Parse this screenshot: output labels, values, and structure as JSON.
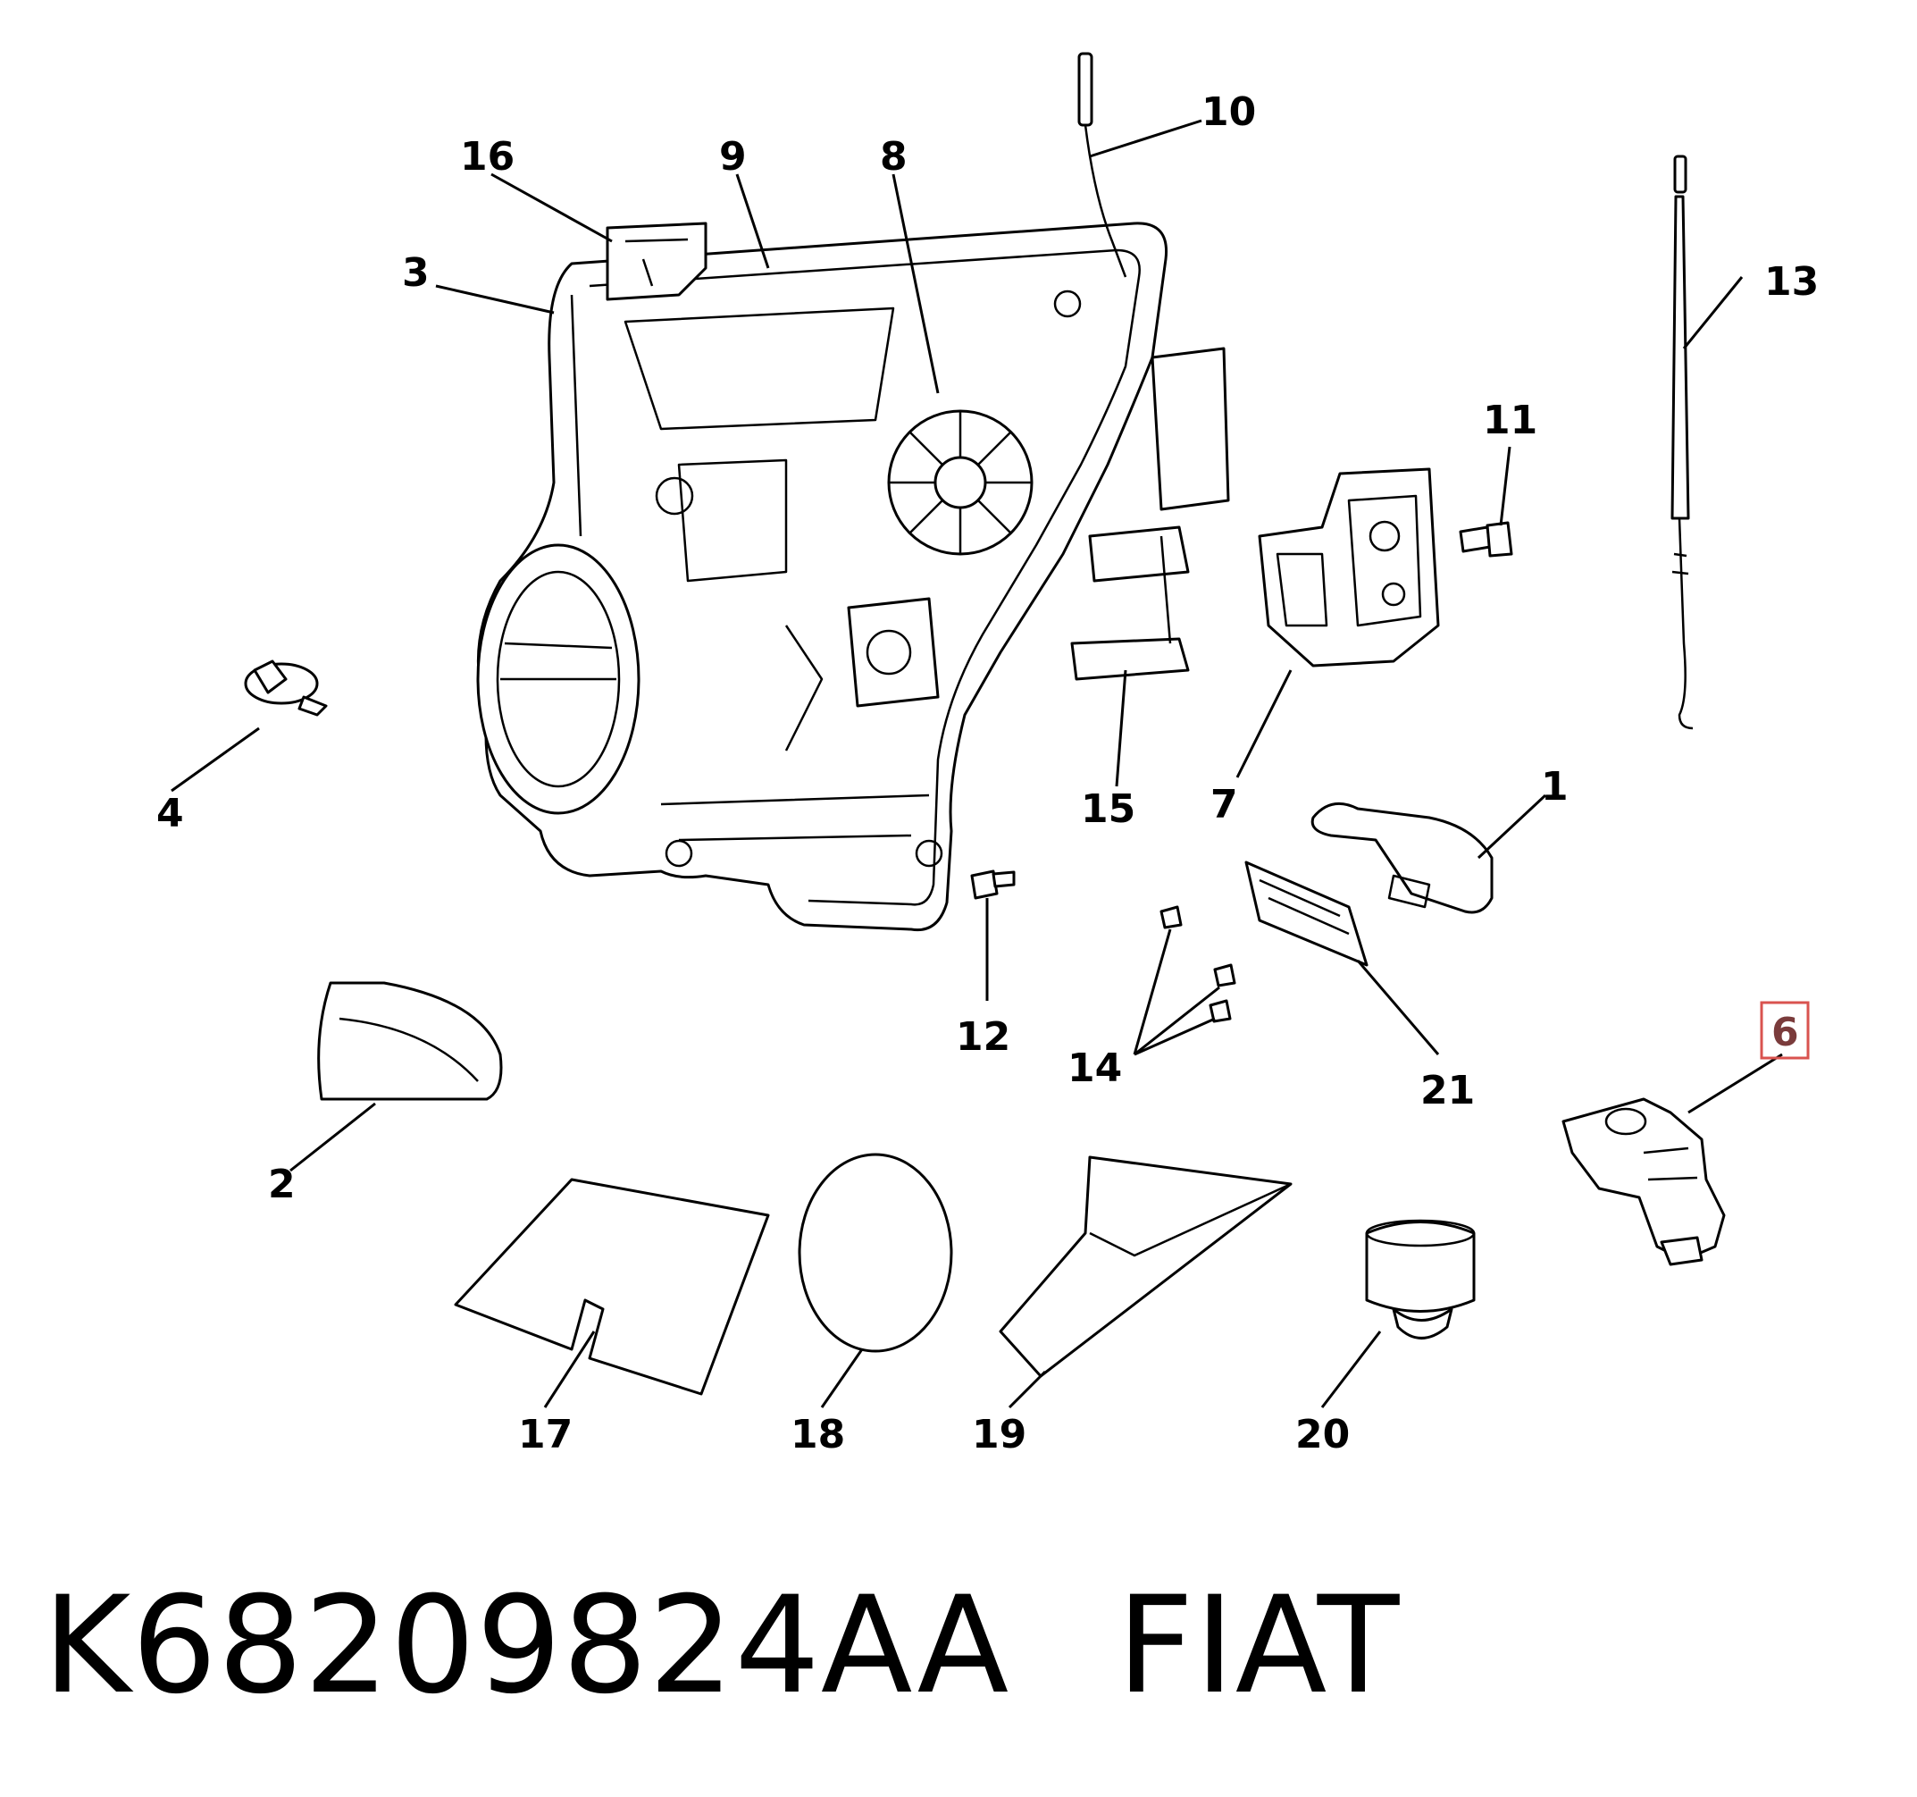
{
  "callouts": {
    "c1": "1",
    "c2": "2",
    "c3": "3",
    "c4": "4",
    "c6": "6",
    "c7": "7",
    "c8": "8",
    "c9": "9",
    "c10": "10",
    "c11": "11",
    "c12": "12",
    "c13": "13",
    "c14": "14",
    "c15": "15",
    "c16": "16",
    "c17": "17",
    "c18": "18",
    "c19": "19",
    "c20": "20",
    "c21": "21"
  },
  "highlighted_callout": "6",
  "highlight_color": "#d9534f",
  "footer": {
    "part_number": "K68209824AA",
    "brand": "FIAT"
  }
}
